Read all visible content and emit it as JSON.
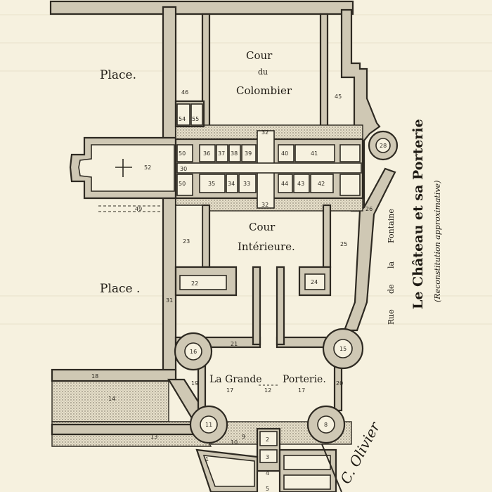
{
  "title": "Le Château et sa Porterie",
  "subtitle": "(Reconstitution approximative)",
  "labels": {
    "place_top": "Place.",
    "place_bottom": "Place .",
    "cour_colombier_l1": "Cour",
    "cour_colombier_l2": "du",
    "cour_colombier_l3": "Colombier",
    "cour_interieure_l1": "Cour",
    "cour_interieure_l2": "Intérieure.",
    "grande": "La Grande",
    "porterie": "Porterie.",
    "rue_1": "Rue",
    "rue_2": "de",
    "rue_3": "la",
    "rue_4": "Fontaine",
    "signature": "C. Olivier"
  },
  "room_numbers": {
    "n46": "46",
    "n45": "45",
    "n54": "54",
    "n55": "55",
    "n52": "52",
    "n50a": "50",
    "n50b": "50",
    "n36": "36",
    "n37": "37",
    "n38": "38",
    "n39": "39",
    "n40": "40",
    "n41": "41",
    "n35": "35",
    "n34": "34",
    "n33": "33",
    "n44": "44",
    "n43": "43",
    "n42": "42",
    "n32a": "32",
    "n32b": "32",
    "n31": "31",
    "n28": "28",
    "n26": "26",
    "n23": "23",
    "n25": "25",
    "n22": "22",
    "n24": "24",
    "n21": "21",
    "n16": "16",
    "n15": "15",
    "n19": "19",
    "n20": "20",
    "n17a": "17",
    "n17b": "17",
    "n12": "12",
    "n11": "11",
    "n8": "8",
    "n18": "18",
    "n14": "14",
    "n13": "13",
    "n10": "10",
    "n9": "9",
    "n2": "2",
    "n3": "3",
    "n4": "4",
    "n1": "1",
    "n5": "5",
    "n49": "49",
    "n30": "30"
  }
}
